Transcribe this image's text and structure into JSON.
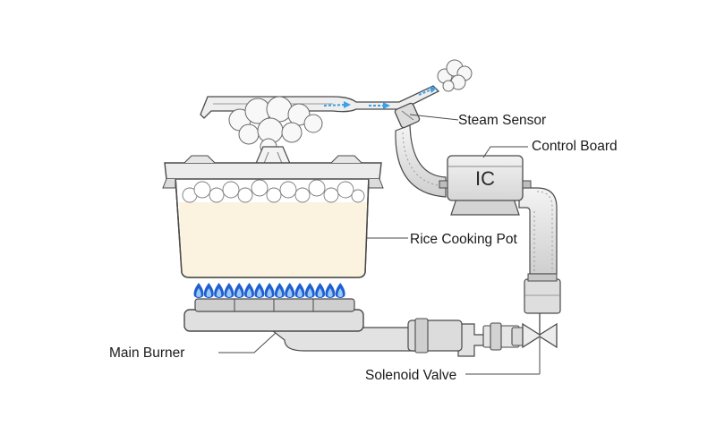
{
  "labels": {
    "steam_sensor": "Steam Sensor",
    "control_board": "Control Board",
    "rice_cooking_pot": "Rice Cooking Pot",
    "main_burner": "Main Burner",
    "solenoid_valve": "Solenoid Valve"
  },
  "ic_text": "IC",
  "colors": {
    "outline": "#4a4a4a",
    "metal": "#e4e4e4",
    "metal_dark": "#c9c9c9",
    "rice": "#fbf3e0",
    "flame_blue": "#1f5fd0",
    "flame_light": "#9cc8f5",
    "steam_blue": "#3aa0e8"
  }
}
